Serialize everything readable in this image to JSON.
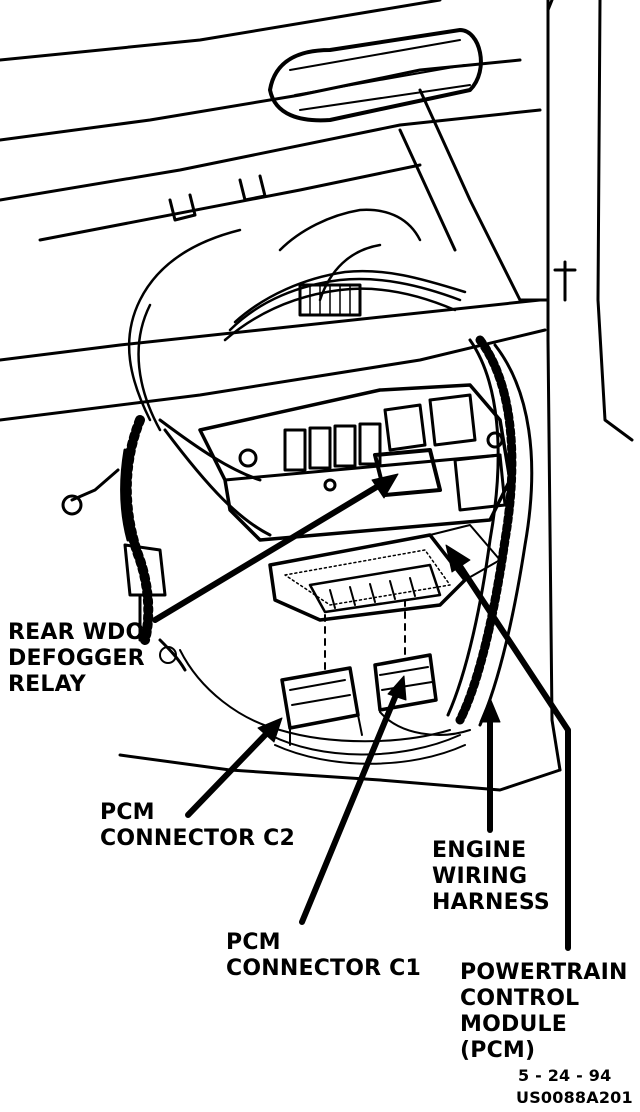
{
  "labels": {
    "relay": [
      "REAR WDO",
      "DEFOGGER",
      "RELAY"
    ],
    "c2": [
      "PCM",
      "CONNECTOR C2"
    ],
    "c1": [
      "PCM",
      "CONNECTOR C1"
    ],
    "harness": [
      "ENGINE",
      "WIRING",
      "HARNESS"
    ],
    "pcm": [
      "POWERTRAIN",
      "CONTROL",
      "MODULE",
      "(PCM)"
    ]
  },
  "footer": {
    "date": "5 - 24 - 94",
    "code": "US0088A201"
  }
}
